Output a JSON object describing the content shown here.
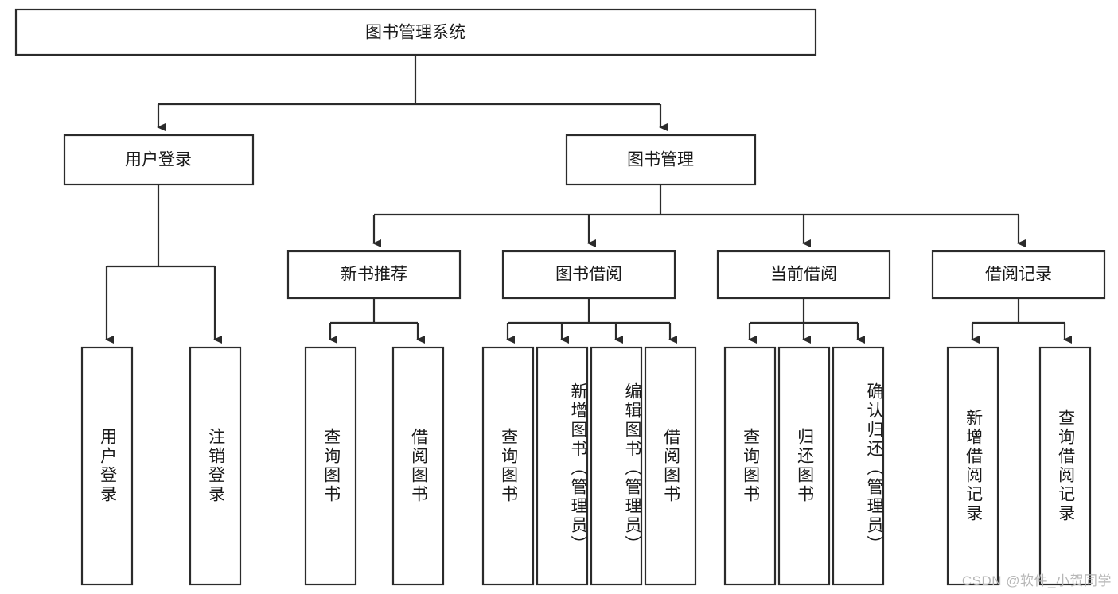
{
  "diagram": {
    "title": "图书管理系统",
    "type": "hierarchy-tree",
    "watermark": "CSDN @软件_小贺同学",
    "colors": {
      "stroke": "#2b2b2b",
      "fill": "#ffffff",
      "text": "#1a1a1a",
      "watermark": "#b6b6b6"
    },
    "levels": {
      "root": {
        "label": "图书管理系统"
      },
      "level2": [
        {
          "id": "user-login",
          "label": "用户登录"
        },
        {
          "id": "book-management",
          "label": "图书管理"
        }
      ],
      "level3": [
        {
          "id": "new-book-recommend",
          "label": "新书推荐",
          "parent": "book-management"
        },
        {
          "id": "book-borrow",
          "label": "图书借阅",
          "parent": "book-management"
        },
        {
          "id": "current-borrow",
          "label": "当前借阅",
          "parent": "book-management"
        },
        {
          "id": "borrow-record",
          "label": "借阅记录",
          "parent": "book-management"
        }
      ],
      "leaves": [
        {
          "id": "leaf-user-login",
          "label": "用户登录",
          "parent": "user-login"
        },
        {
          "id": "leaf-logout",
          "label": "注销登录",
          "parent": "user-login"
        },
        {
          "id": "leaf-query-book-1",
          "label": "查询图书",
          "parent": "new-book-recommend"
        },
        {
          "id": "leaf-borrow-book-1",
          "label": "借阅图书",
          "parent": "new-book-recommend"
        },
        {
          "id": "leaf-query-book-2",
          "label": "查询图书",
          "parent": "book-borrow"
        },
        {
          "id": "leaf-add-book",
          "label": "新增图书（管理员）",
          "parent": "book-borrow"
        },
        {
          "id": "leaf-edit-book",
          "label": "编辑图书（管理员）",
          "parent": "book-borrow"
        },
        {
          "id": "leaf-borrow-book-2",
          "label": "借阅图书",
          "parent": "book-borrow"
        },
        {
          "id": "leaf-query-book-3",
          "label": "查询图书",
          "parent": "current-borrow"
        },
        {
          "id": "leaf-return-book",
          "label": "归还图书",
          "parent": "current-borrow"
        },
        {
          "id": "leaf-confirm-return",
          "label": "确认归还（管理员）",
          "parent": "current-borrow"
        },
        {
          "id": "leaf-add-record",
          "label": "新增借阅记录",
          "parent": "borrow-record"
        },
        {
          "id": "leaf-query-record",
          "label": "查询借阅记录",
          "parent": "borrow-record"
        }
      ]
    }
  }
}
